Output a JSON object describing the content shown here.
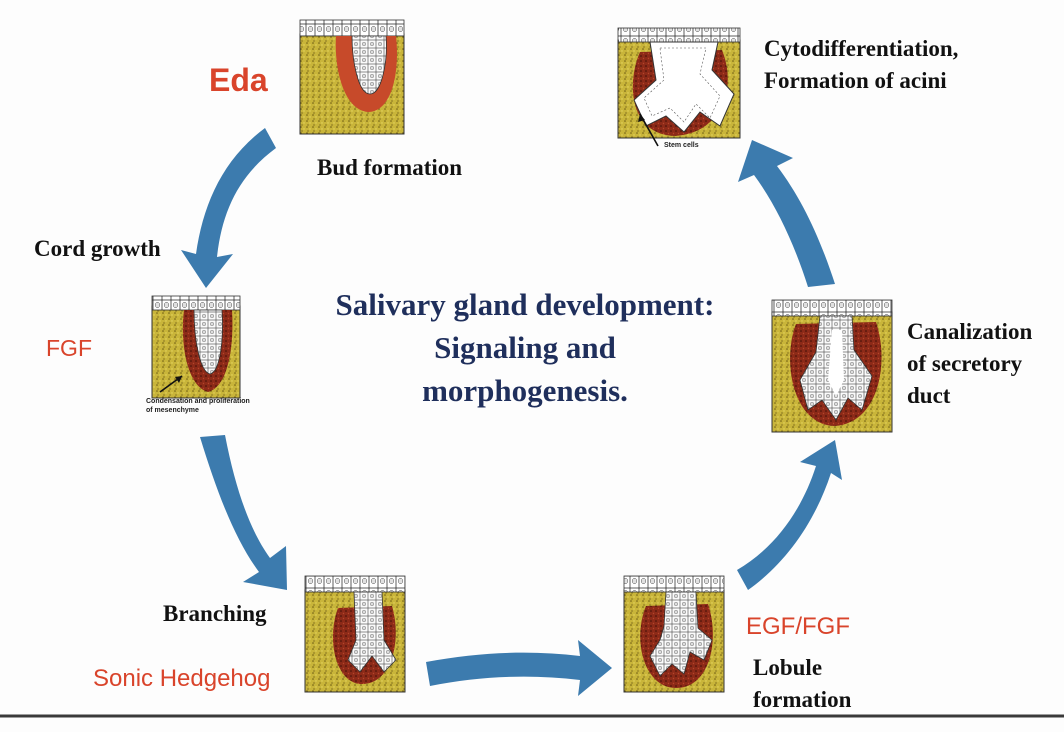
{
  "title_lines": [
    "Salivary gland development:",
    "Signaling and",
    "morphogenesis."
  ],
  "stages": {
    "bud": "Bud formation",
    "cord": "Cord growth",
    "branching": "Branching",
    "lobule_1": "Lobule",
    "lobule_2": "formation",
    "canal_1": "Canalization",
    "canal_2": "of secretory",
    "canal_3": "duct",
    "cyto_1": "Cytodifferentiation,",
    "cyto_2": "Formation of acini"
  },
  "signals": {
    "eda": "Eda",
    "fgf": "FGF",
    "shh": "Sonic Hedgehog",
    "egf_fgf": "EGF/FGF"
  },
  "annotations": {
    "stem_cells": "Stem cells",
    "condensation_1": "Condensation and proliferation",
    "condensation_2": "of mesenchyme"
  },
  "colors": {
    "arrow": "#3c7bae",
    "tissue": "#c9b53a",
    "mesenchyme": "#8c2a18",
    "signal_text": "#d9442b",
    "title_text": "#1f2f5c"
  }
}
